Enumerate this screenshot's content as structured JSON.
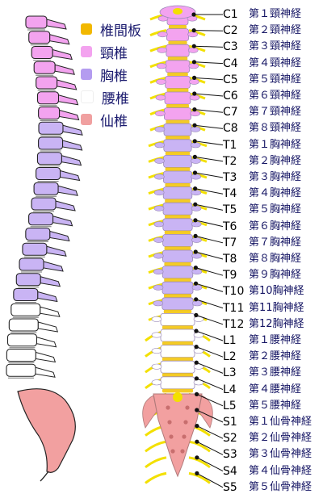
{
  "legend": [
    {
      "label": "椎間板",
      "color": "#f2b800"
    },
    {
      "label": "頸椎",
      "color": "#f3a3ef"
    },
    {
      "label": "胸椎",
      "color": "#b49cf0"
    },
    {
      "label": "腰椎",
      "color": "#ffffff"
    },
    {
      "label": "仙椎",
      "color": "#f0a0a0"
    }
  ],
  "nerves": [
    {
      "code": "C1",
      "name": "第１頸神経"
    },
    {
      "code": "C2",
      "name": "第２頸神経"
    },
    {
      "code": "C3",
      "name": "第３頸神経"
    },
    {
      "code": "C4",
      "name": "第４頸神経"
    },
    {
      "code": "C5",
      "name": "第５頸神経"
    },
    {
      "code": "C6",
      "name": "第６頸神経"
    },
    {
      "code": "C7",
      "name": "第７頸神経"
    },
    {
      "code": "C8",
      "name": "第８頸神経"
    },
    {
      "code": "T1",
      "name": "第１胸神経"
    },
    {
      "code": "T2",
      "name": "第２胸神経"
    },
    {
      "code": "T3",
      "name": "第３胸神経"
    },
    {
      "code": "T4",
      "name": "第４胸神経"
    },
    {
      "code": "T5",
      "name": "第５胸神経"
    },
    {
      "code": "T6",
      "name": "第６胸神経"
    },
    {
      "code": "T7",
      "name": "第７胸神経"
    },
    {
      "code": "T8",
      "name": "第８胸神経"
    },
    {
      "code": "T9",
      "name": "第９胸神経"
    },
    {
      "code": "T10",
      "name": "第10胸神経"
    },
    {
      "code": "T11",
      "name": "第11胸神経"
    },
    {
      "code": "T12",
      "name": "第12胸神経"
    },
    {
      "code": "L1",
      "name": "第１腰神経"
    },
    {
      "code": "L2",
      "name": "第２腰神経"
    },
    {
      "code": "L3",
      "name": "第３腰神経"
    },
    {
      "code": "L4",
      "name": "第４腰神経"
    },
    {
      "code": "L5",
      "name": "第５腰神経"
    },
    {
      "code": "S1",
      "name": "第１仙骨神経"
    },
    {
      "code": "S2",
      "name": "第２仙骨神経"
    },
    {
      "code": "S3",
      "name": "第３仙骨神経"
    },
    {
      "code": "S4",
      "name": "第４仙骨神経"
    },
    {
      "code": "S5",
      "name": "第５仙骨神経"
    }
  ],
  "colors": {
    "disc": "#f2c200",
    "cervical": "#f3a3ef",
    "thoracic": "#c9b4f4",
    "lumbar": "#ffffff",
    "sacral": "#f2a0a0",
    "nerve": "#f3e000",
    "outline": "#222222",
    "label_text": "#141463"
  }
}
